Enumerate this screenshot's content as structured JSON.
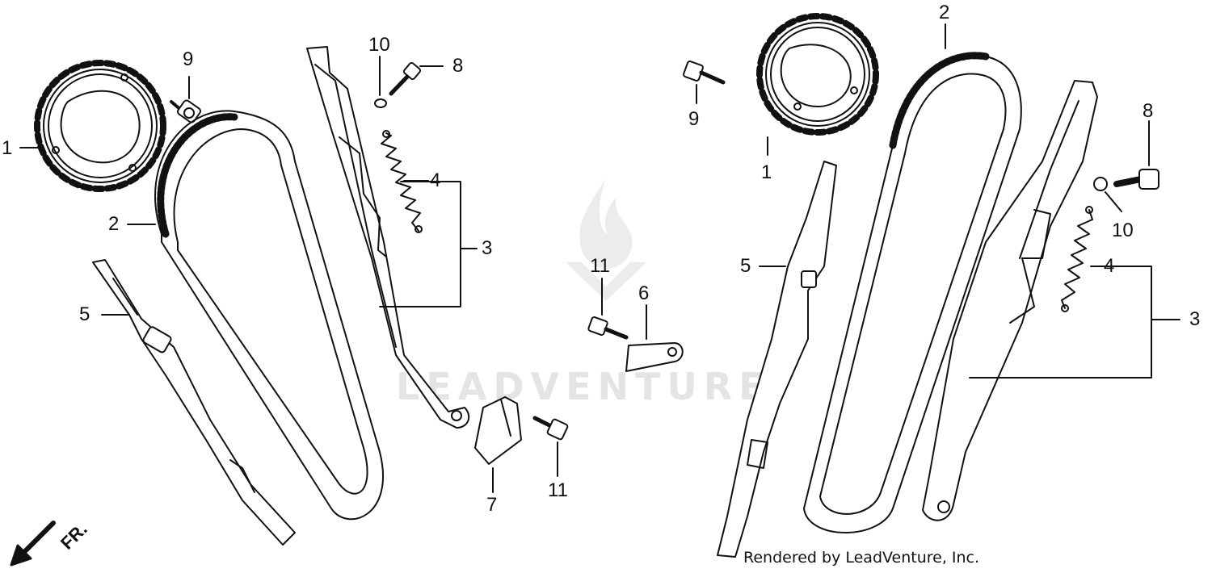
{
  "diagram": {
    "left_assembly": {
      "callouts": {
        "c1": "1",
        "c2": "2",
        "c3": "3",
        "c4": "4",
        "c5": "5",
        "c8": "8",
        "c9": "9",
        "c10": "10"
      }
    },
    "center_parts": {
      "callouts": {
        "c6": "6",
        "c7": "7",
        "c11a": "11",
        "c11b": "11"
      }
    },
    "right_assembly": {
      "callouts": {
        "c1": "1",
        "c2": "2",
        "c3": "3",
        "c4": "4",
        "c5": "5",
        "c8": "8",
        "c9": "9",
        "c10": "10"
      }
    },
    "direction_label": "FR.",
    "credit": "Rendered by LeadVenture, Inc.",
    "watermark": "LEADVENTURE"
  },
  "colors": {
    "ink": "#111111",
    "watermark": "#e4e4e4"
  },
  "icons": {
    "direction_arrow": "front-direction-arrow-icon",
    "watermark_logo": "leadventure-logo-icon"
  }
}
